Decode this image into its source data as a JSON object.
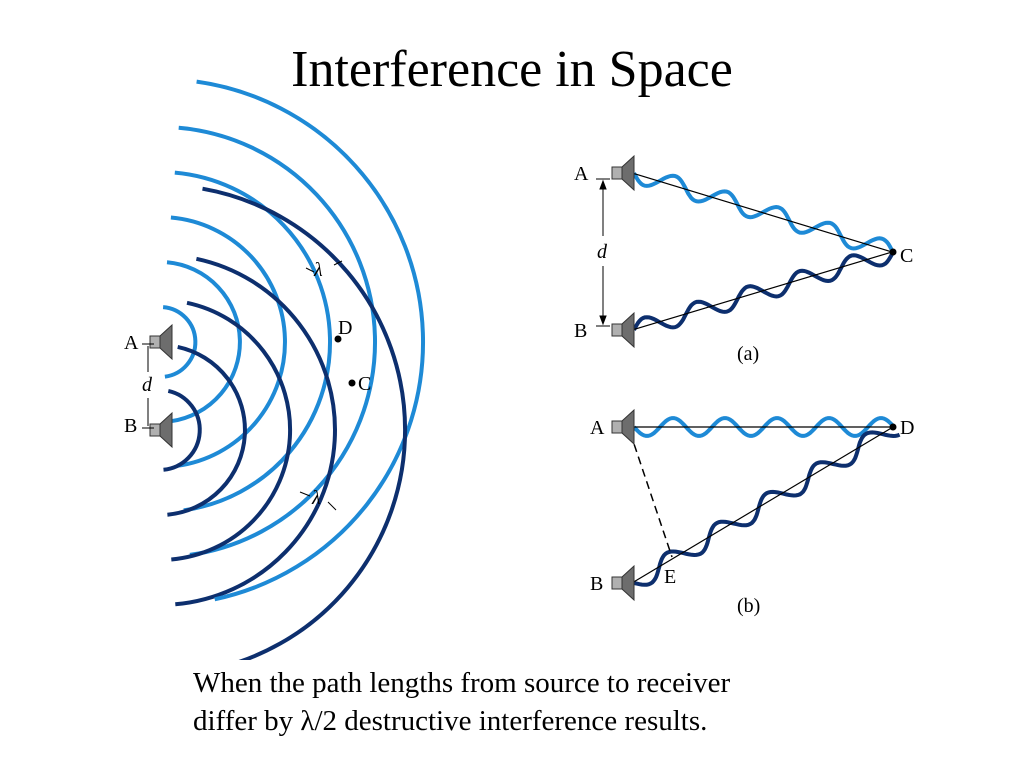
{
  "slide": {
    "title": "Interference in Space",
    "caption_line1": "When the path lengths from source to receiver",
    "caption_line2": "differ by λ/2 destructive interference results."
  },
  "left_diagram": {
    "source_a": "A",
    "source_b": "B",
    "separation": "d",
    "point_d": "D",
    "point_c": "C",
    "wavelength_top": "λ",
    "wavelength_bottom": "λ"
  },
  "panel_a": {
    "source_a": "A",
    "source_b": "B",
    "separation": "d",
    "receiver": "C",
    "caption": "(a)"
  },
  "panel_b": {
    "source_a": "A",
    "source_b": "B",
    "receiver": "D",
    "extra_point": "E",
    "caption": "(b)"
  },
  "colors": {
    "wave_light": "#1e8ad6",
    "wave_dark": "#0d2f6e",
    "speaker": "#6d6d6d",
    "line": "#000000"
  },
  "icons": [
    "speaker-icon"
  ]
}
